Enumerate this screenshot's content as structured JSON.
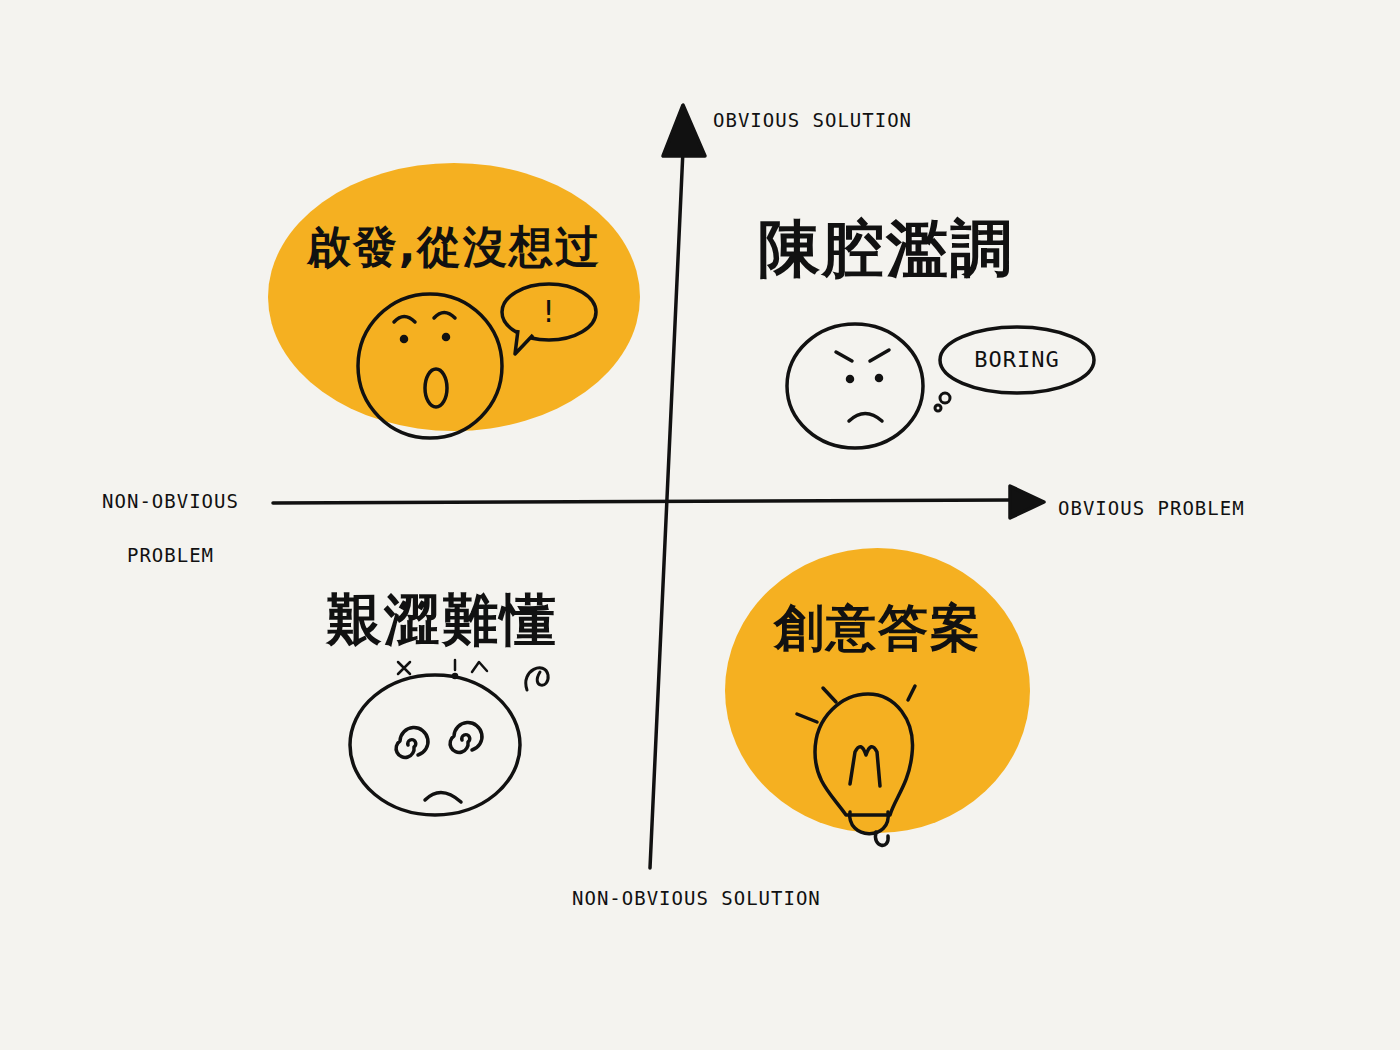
{
  "diagram": {
    "nodes": [
      {
        "text": [
          "啟發,從沒想过"
        ]
      },
      {
        "text": [
          "!"
        ],
        "in": 0
      },
      {
        "text": [
          "BORING"
        ]
      },
      {
        "text": [
          "創意答案"
        ]
      }
    ],
    "labels": [
      "OBVIOUS SOLUTION",
      "陳腔濫調",
      "NON-OBVIOUS PROBLEM",
      "OBVIOUS PROBLEM",
      "艱澀難懂",
      "NON-OBVIOUS SOLUTION"
    ]
  }
}
